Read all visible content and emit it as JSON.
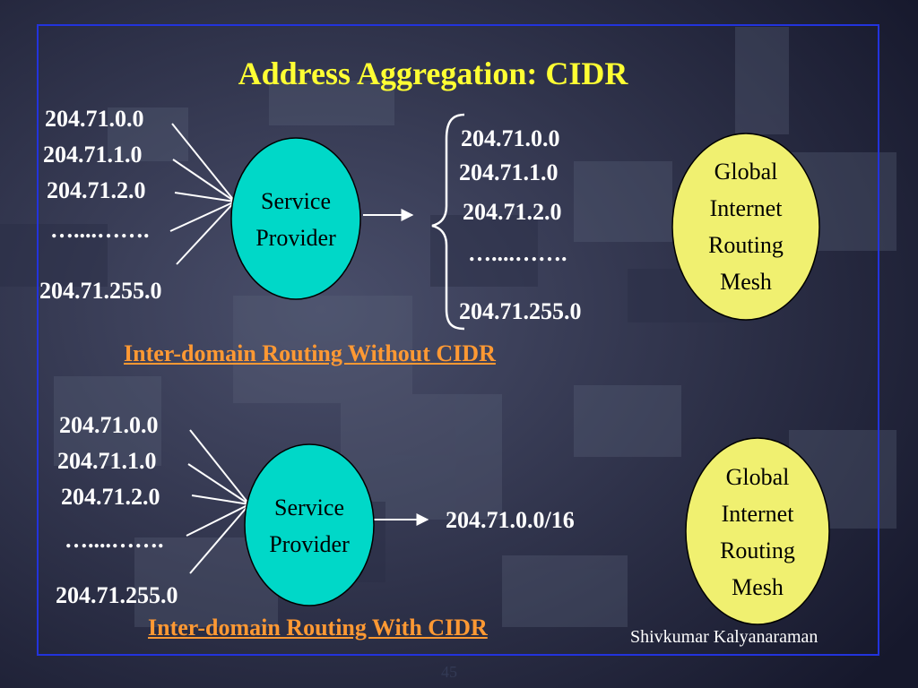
{
  "slide": {
    "title": "Address Aggregation: CIDR",
    "author": "Shivkumar Kalyanaraman",
    "page_number": "45"
  },
  "top": {
    "left_addresses": [
      "204.71.0.0",
      "204.71.1.0",
      "204.71.2.0",
      "…....…….",
      "204.71.255.0"
    ],
    "provider": [
      "Service",
      "Provider"
    ],
    "advertised": [
      "204.71.0.0",
      "204.71.1.0",
      "204.71.2.0",
      "…....…….",
      "204.71.255.0"
    ],
    "global": [
      "Global",
      "Internet",
      "Routing",
      "Mesh"
    ],
    "caption": "Inter-domain Routing Without CIDR"
  },
  "bottom": {
    "left_addresses": [
      "204.71.0.0",
      "204.71.1.0",
      "204.71.2.0",
      "…....…….",
      "204.71.255.0"
    ],
    "provider": [
      "Service",
      "Provider"
    ],
    "advertised": "204.71.0.0/16",
    "global": [
      "Global",
      "Internet",
      "Routing",
      "Mesh"
    ],
    "caption": "Inter-domain Routing With CIDR"
  },
  "colors": {
    "title": "#ffff33",
    "caption": "#ff9933",
    "provider_fill": "#00d8c8",
    "global_fill": "#f0f070",
    "frame": "#2233dd",
    "background": "#1a1d33"
  }
}
